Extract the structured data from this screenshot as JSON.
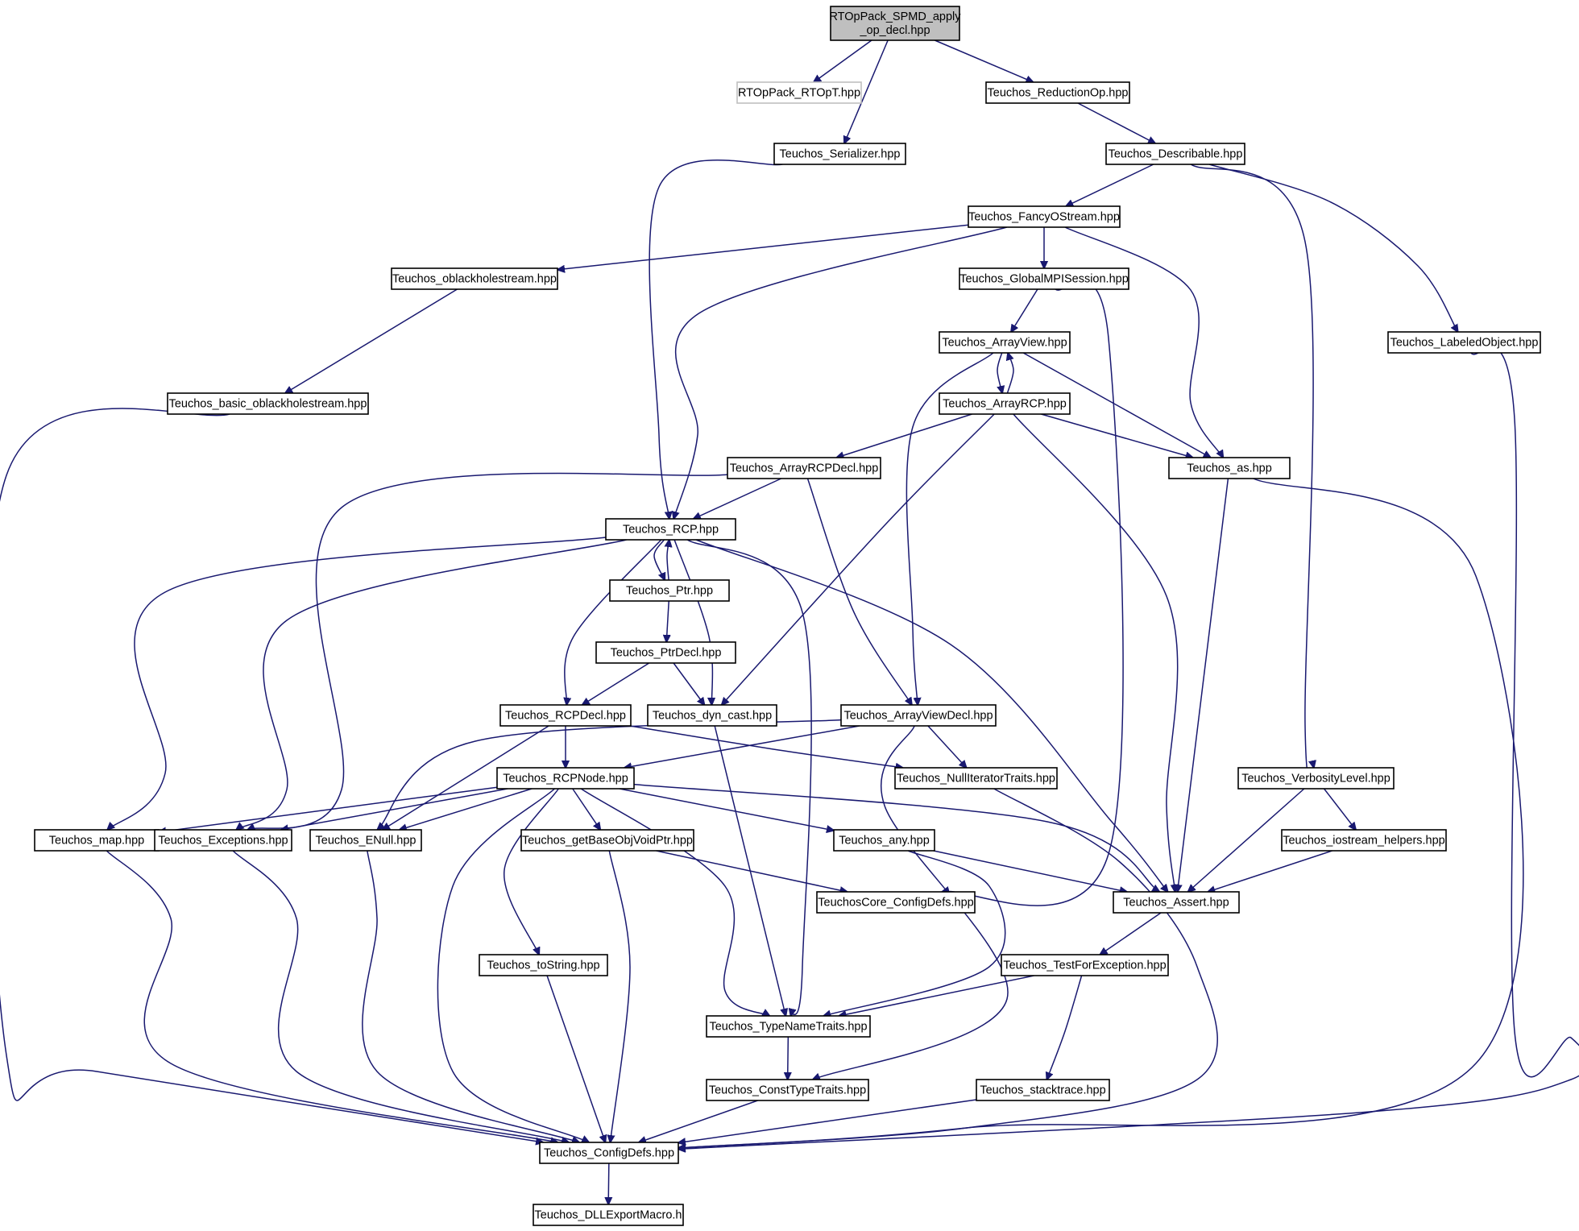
{
  "diagram": {
    "type": "include-dependency-graph",
    "colors": {
      "edge": "#191970",
      "root_fill": "#bfbfbf",
      "node_border": "#000000",
      "external_border": "#bfbfbf",
      "background": "#ffffff"
    },
    "nodes": {
      "root": {
        "lines": [
          "RTOpPack_SPMD_apply",
          "_op_decl.hpp"
        ],
        "style": "root"
      },
      "rtopt": {
        "lines": [
          "RTOpPack_RTOpT.hpp"
        ],
        "style": "external"
      },
      "serializer": {
        "lines": [
          "Teuchos_Serializer.hpp"
        ]
      },
      "reductionop": {
        "lines": [
          "Teuchos_ReductionOp.hpp"
        ]
      },
      "describable": {
        "lines": [
          "Teuchos_Describable.hpp"
        ]
      },
      "fancyostream": {
        "lines": [
          "Teuchos_FancyOStream.hpp"
        ]
      },
      "oblackhole": {
        "lines": [
          "Teuchos_oblackholestream.hpp"
        ]
      },
      "globalmpi": {
        "lines": [
          "Teuchos_GlobalMPISession.hpp"
        ]
      },
      "labeledobject": {
        "lines": [
          "Teuchos_LabeledObject.hpp"
        ]
      },
      "arrayview": {
        "lines": [
          "Teuchos_ArrayView.hpp"
        ]
      },
      "basicoblack": {
        "lines": [
          "Teuchos_basic_oblackholestream.hpp"
        ]
      },
      "arrayrcp": {
        "lines": [
          "Teuchos_ArrayRCP.hpp"
        ]
      },
      "arrayrcpdecl": {
        "lines": [
          "Teuchos_ArrayRCPDecl.hpp"
        ]
      },
      "as": {
        "lines": [
          "Teuchos_as.hpp"
        ]
      },
      "rcp": {
        "lines": [
          "Teuchos_RCP.hpp"
        ]
      },
      "ptr": {
        "lines": [
          "Teuchos_Ptr.hpp"
        ]
      },
      "ptrdecl": {
        "lines": [
          "Teuchos_PtrDecl.hpp"
        ]
      },
      "rcpdecl": {
        "lines": [
          "Teuchos_RCPDecl.hpp"
        ]
      },
      "dyncast": {
        "lines": [
          "Teuchos_dyn_cast.hpp"
        ]
      },
      "arrayviewdecl": {
        "lines": [
          "Teuchos_ArrayViewDecl.hpp"
        ]
      },
      "rcpnode": {
        "lines": [
          "Teuchos_RCPNode.hpp"
        ]
      },
      "nulliter": {
        "lines": [
          "Teuchos_NullIteratorTraits.hpp"
        ]
      },
      "verbosity": {
        "lines": [
          "Teuchos_VerbosityLevel.hpp"
        ]
      },
      "map": {
        "lines": [
          "Teuchos_map.hpp"
        ]
      },
      "exceptions": {
        "lines": [
          "Teuchos_Exceptions.hpp"
        ]
      },
      "enull": {
        "lines": [
          "Teuchos_ENull.hpp"
        ]
      },
      "getbaseobj": {
        "lines": [
          "Teuchos_getBaseObjVoidPtr.hpp"
        ]
      },
      "any": {
        "lines": [
          "Teuchos_any.hpp"
        ]
      },
      "iostreamhelpers": {
        "lines": [
          "Teuchos_iostream_helpers.hpp"
        ]
      },
      "coreconfigdefs": {
        "lines": [
          "TeuchosCore_ConfigDefs.hpp"
        ]
      },
      "assert": {
        "lines": [
          "Teuchos_Assert.hpp"
        ]
      },
      "tostring": {
        "lines": [
          "Teuchos_toString.hpp"
        ]
      },
      "testforexc": {
        "lines": [
          "Teuchos_TestForException.hpp"
        ]
      },
      "typenametraits": {
        "lines": [
          "Teuchos_TypeNameTraits.hpp"
        ]
      },
      "consttypetraits": {
        "lines": [
          "Teuchos_ConstTypeTraits.hpp"
        ]
      },
      "stacktrace": {
        "lines": [
          "Teuchos_stacktrace.hpp"
        ]
      },
      "configdefs": {
        "lines": [
          "Teuchos_ConfigDefs.hpp"
        ]
      },
      "dllexport": {
        "lines": [
          "Teuchos_DLLExportMacro.h"
        ]
      }
    },
    "edges": [
      [
        "root",
        "rtopt"
      ],
      [
        "root",
        "serializer"
      ],
      [
        "root",
        "reductionop"
      ],
      [
        "reductionop",
        "describable"
      ],
      [
        "serializer",
        "rcp"
      ],
      [
        "describable",
        "fancyostream"
      ],
      [
        "describable",
        "labeledobject"
      ],
      [
        "describable",
        "verbosity"
      ],
      [
        "fancyostream",
        "oblackhole"
      ],
      [
        "fancyostream",
        "globalmpi"
      ],
      [
        "fancyostream",
        "rcp"
      ],
      [
        "fancyostream",
        "as"
      ],
      [
        "oblackhole",
        "basicoblack"
      ],
      [
        "basicoblack",
        "configdefs"
      ],
      [
        "globalmpi",
        "arrayview"
      ],
      [
        "globalmpi",
        "coreconfigdefs"
      ],
      [
        "labeledobject",
        "configdefs"
      ],
      [
        "arrayview",
        "arrayrcp"
      ],
      [
        "arrayrcp",
        "arrayview"
      ],
      [
        "arrayview",
        "arrayviewdecl"
      ],
      [
        "arrayview",
        "as"
      ],
      [
        "arrayrcp",
        "arrayrcpdecl"
      ],
      [
        "arrayrcp",
        "as"
      ],
      [
        "arrayrcp",
        "dyncast"
      ],
      [
        "arrayrcp",
        "assert"
      ],
      [
        "arrayrcpdecl",
        "rcp"
      ],
      [
        "arrayrcpdecl",
        "exceptions"
      ],
      [
        "arrayrcpdecl",
        "arrayviewdecl"
      ],
      [
        "as",
        "assert"
      ],
      [
        "as",
        "configdefs"
      ],
      [
        "rcp",
        "ptr"
      ],
      [
        "ptr",
        "rcp"
      ],
      [
        "rcp",
        "rcpdecl"
      ],
      [
        "rcp",
        "dyncast"
      ],
      [
        "rcp",
        "map"
      ],
      [
        "rcp",
        "exceptions"
      ],
      [
        "rcp",
        "typenametraits"
      ],
      [
        "rcp",
        "assert"
      ],
      [
        "ptr",
        "ptrdecl"
      ],
      [
        "ptrdecl",
        "rcpdecl"
      ],
      [
        "ptrdecl",
        "dyncast"
      ],
      [
        "rcpdecl",
        "rcpnode"
      ],
      [
        "rcpdecl",
        "enull"
      ],
      [
        "rcpdecl",
        "nulliter"
      ],
      [
        "dyncast",
        "typenametraits"
      ],
      [
        "arrayviewdecl",
        "rcpnode"
      ],
      [
        "arrayviewdecl",
        "enull"
      ],
      [
        "arrayviewdecl",
        "nulliter"
      ],
      [
        "arrayviewdecl",
        "consttypetraits"
      ],
      [
        "rcpnode",
        "map"
      ],
      [
        "rcpnode",
        "exceptions"
      ],
      [
        "rcpnode",
        "enull"
      ],
      [
        "rcpnode",
        "getbaseobj"
      ],
      [
        "rcpnode",
        "any"
      ],
      [
        "rcpnode",
        "assert"
      ],
      [
        "rcpnode",
        "tostring"
      ],
      [
        "rcpnode",
        "typenametraits"
      ],
      [
        "rcpnode",
        "configdefs"
      ],
      [
        "nulliter",
        "configdefs"
      ],
      [
        "verbosity",
        "iostreamhelpers"
      ],
      [
        "verbosity",
        "assert"
      ],
      [
        "iostreamhelpers",
        "assert"
      ],
      [
        "map",
        "configdefs"
      ],
      [
        "exceptions",
        "configdefs"
      ],
      [
        "enull",
        "configdefs"
      ],
      [
        "getbaseobj",
        "coreconfigdefs"
      ],
      [
        "getbaseobj",
        "configdefs"
      ],
      [
        "any",
        "assert"
      ],
      [
        "any",
        "typenametraits"
      ],
      [
        "assert",
        "testforexc"
      ],
      [
        "tostring",
        "configdefs"
      ],
      [
        "testforexc",
        "typenametraits"
      ],
      [
        "testforexc",
        "stacktrace"
      ],
      [
        "typenametraits",
        "consttypetraits"
      ],
      [
        "consttypetraits",
        "configdefs"
      ],
      [
        "stacktrace",
        "configdefs"
      ],
      [
        "configdefs",
        "dllexport"
      ]
    ]
  }
}
